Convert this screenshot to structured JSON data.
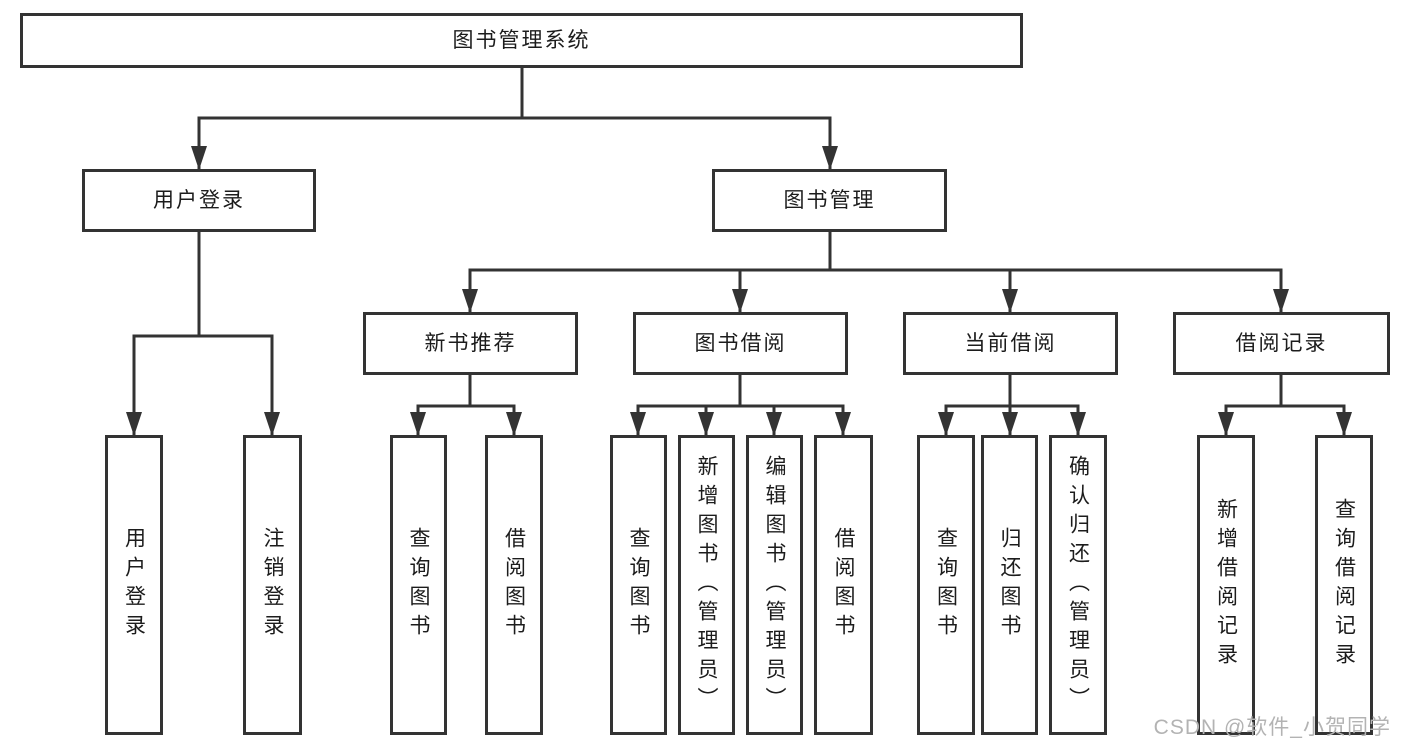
{
  "diagram": {
    "nodes": {
      "root": "图书管理系统",
      "user_login": "用户登录",
      "book_management": "图书管理",
      "new_book_recommendation": "新书推荐",
      "book_borrowing": "图书借阅",
      "current_borrowing": "当前借阅",
      "borrowing_records": "借阅记录"
    },
    "leaves": {
      "user_login": "用户登录",
      "logout": "注销登录",
      "query_books_recommend": "查询图书",
      "borrow_books_recommend": "借阅图书",
      "query_books_borrowing": "查询图书",
      "add_books_admin": "新增图书（管理员）",
      "edit_books_admin": "编辑图书（管理员）",
      "borrow_books": "借阅图书",
      "query_books_current": "查询图书",
      "return_books": "归还图书",
      "confirm_return_admin": "确认归还（管理员）",
      "add_borrow_record": "新增借阅记录",
      "query_borrow_record": "查询借阅记录"
    },
    "watermark": "CSDN @软件_小贺同学",
    "colors": {
      "line": "#333333",
      "text": "#1c1c1c",
      "watermark": "#b3b3b3",
      "bg": "#ffffff"
    }
  }
}
